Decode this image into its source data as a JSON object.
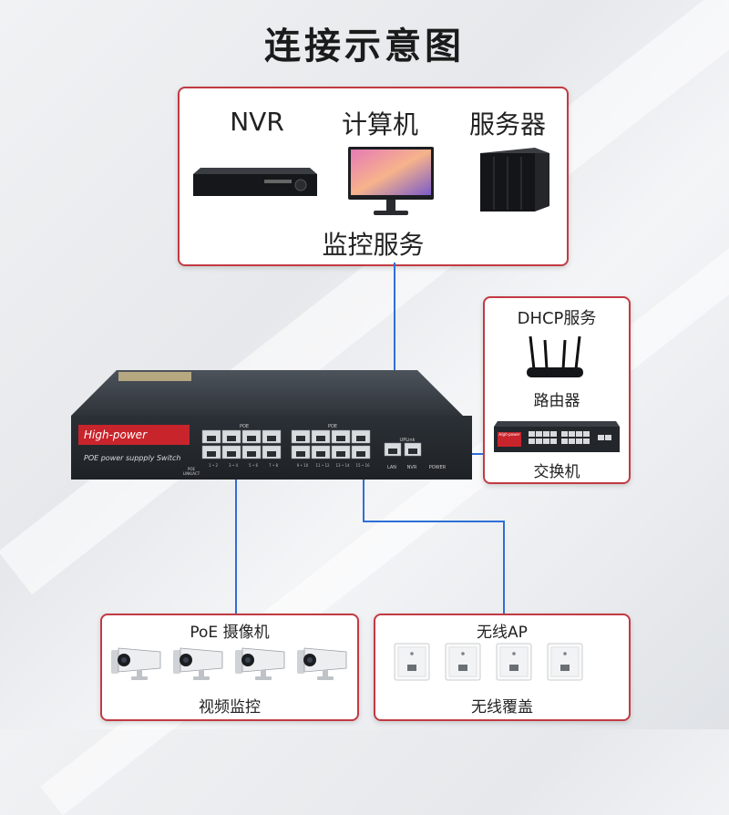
{
  "title": "连接示意图",
  "top_box": {
    "items": [
      {
        "label": "NVR",
        "icon": "nvr-device-icon"
      },
      {
        "label": "计算机",
        "icon": "monitor-icon"
      },
      {
        "label": "服务器",
        "icon": "server-rack-icon"
      }
    ],
    "caption": "监控服务"
  },
  "right_box": {
    "heading": "DHCP服务",
    "router_label": "路由器",
    "switch_label": "交换机",
    "switch_brand": "High-power"
  },
  "main_switch": {
    "brand": "High-power",
    "subtitle": "POE power suppply Switch",
    "poe_label_left": "POE",
    "poe_label_right": "POE",
    "uplink_label": "UPLink",
    "lan_label": "LAN",
    "nvr_label": "NVR",
    "power_label": "POWER",
    "port_groups": [
      "1 • 2",
      "3 • 4",
      "5 • 6",
      "7 • 8",
      "9 • 10",
      "11 • 12",
      "13 • 14",
      "15 • 16"
    ],
    "status_label": "POE LINK/ACT"
  },
  "bottom_left": {
    "heading": "PoE 摄像机",
    "caption": "视频监控",
    "camera_count": 4
  },
  "bottom_right": {
    "heading": "无线AP",
    "caption": "无线覆盖",
    "ap_count": 4
  },
  "colors": {
    "frame": "#c23a42",
    "wire": "#2f6fd6",
    "switch_body": "#2b3036",
    "brand_red": "#c8242c"
  }
}
